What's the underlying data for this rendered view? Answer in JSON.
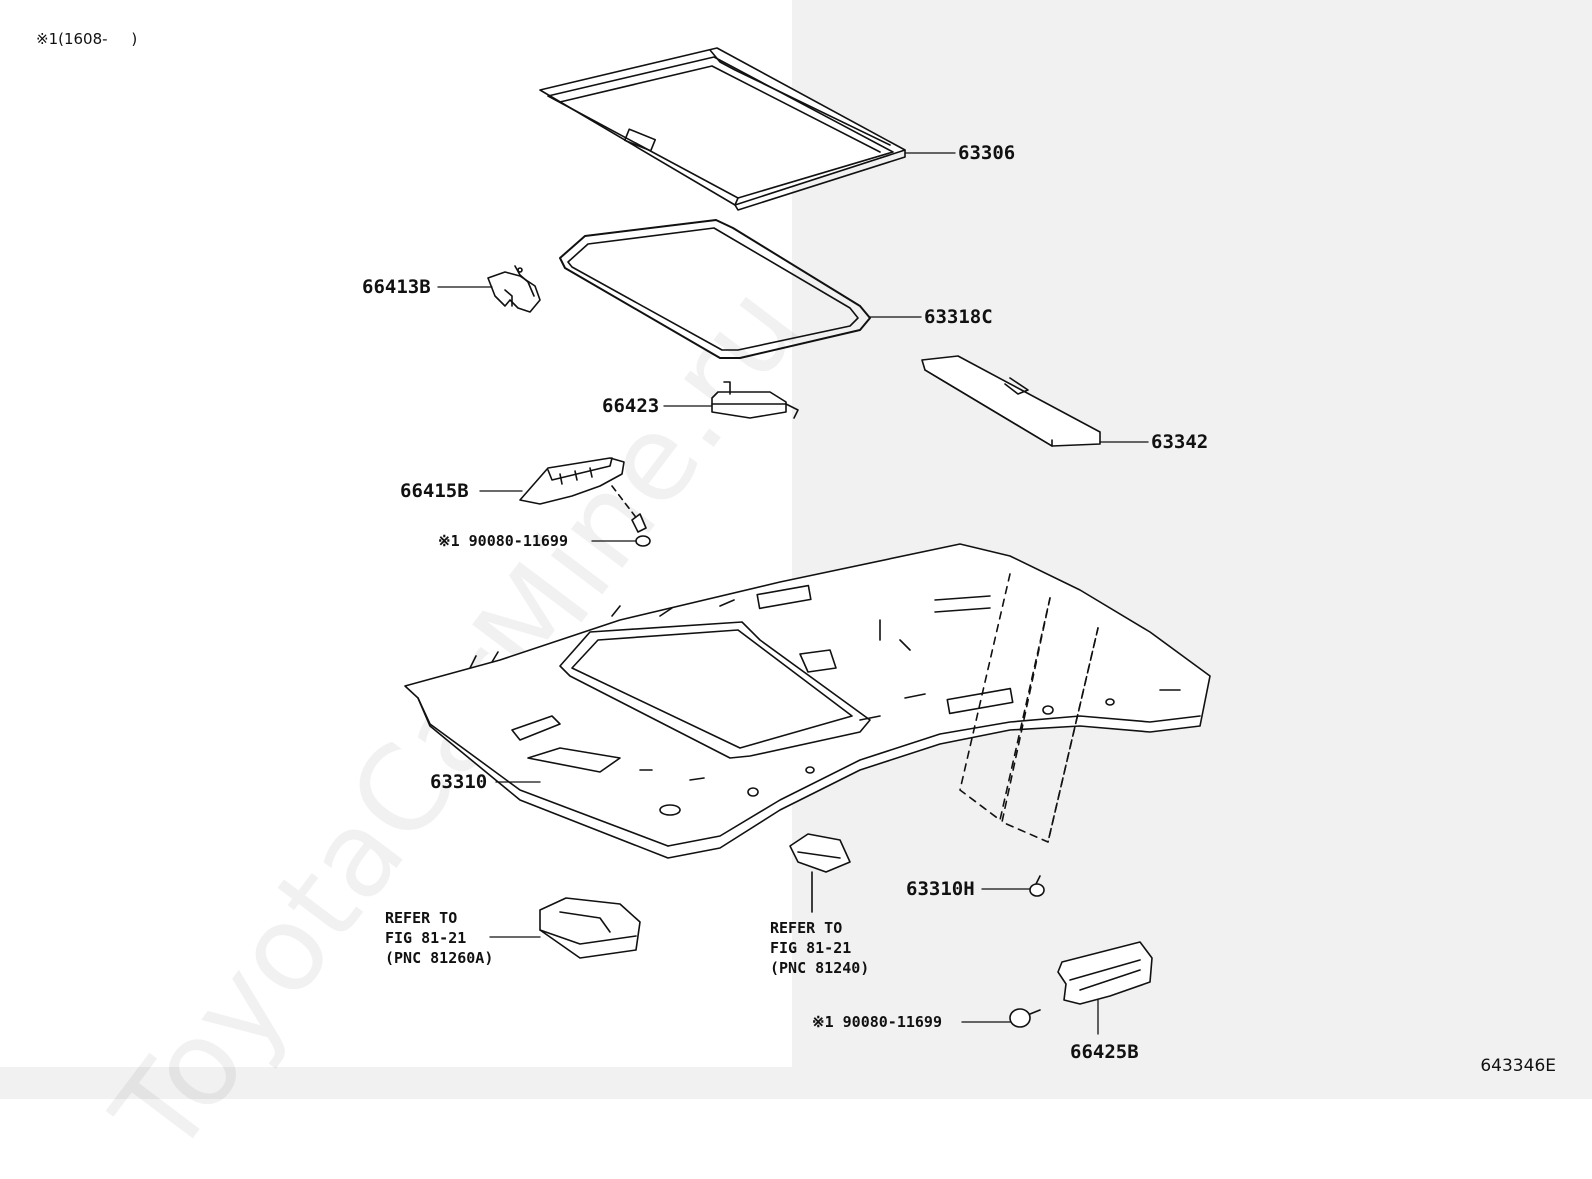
{
  "header_note": "※1(1608-     )",
  "figure_code": "643346E",
  "watermark": "ToyotaCarMine.ru",
  "parts": [
    {
      "id": "63306",
      "label": "63306"
    },
    {
      "id": "66413B",
      "label": "66413B"
    },
    {
      "id": "63318C",
      "label": "63318C"
    },
    {
      "id": "66423",
      "label": "66423"
    },
    {
      "id": "63342",
      "label": "63342"
    },
    {
      "id": "66415B",
      "label": "66415B"
    },
    {
      "id": "screw-1",
      "label": "※1 90080-11699"
    },
    {
      "id": "63310",
      "label": "63310"
    },
    {
      "id": "63310H",
      "label": "63310H"
    },
    {
      "id": "screw-2",
      "label": "※1 90080-11699"
    },
    {
      "id": "66425B",
      "label": "66425B"
    }
  ],
  "references": [
    {
      "text": "REFER TO\nFIG 81-21\n(PNC 81260A)"
    },
    {
      "text": "REFER TO\nFIG 81-21\n(PNC 81240)"
    }
  ]
}
